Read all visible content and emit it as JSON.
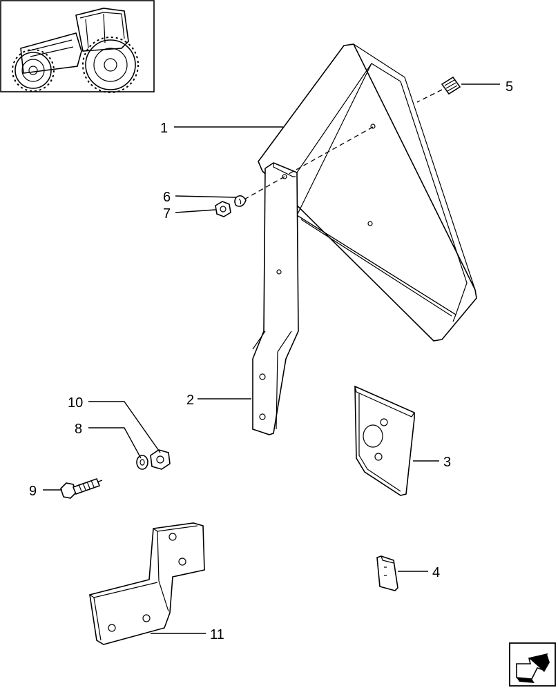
{
  "callouts": {
    "c1": "1",
    "c2": "2",
    "c3": "3",
    "c4": "4",
    "c5": "5",
    "c6": "6",
    "c7": "7",
    "c8": "8",
    "c9": "9",
    "c10": "10",
    "c11": "11"
  },
  "icons": {
    "thumbnail": "tractor-thumbnail-icon",
    "nav": "next-page-arrow-icon"
  }
}
